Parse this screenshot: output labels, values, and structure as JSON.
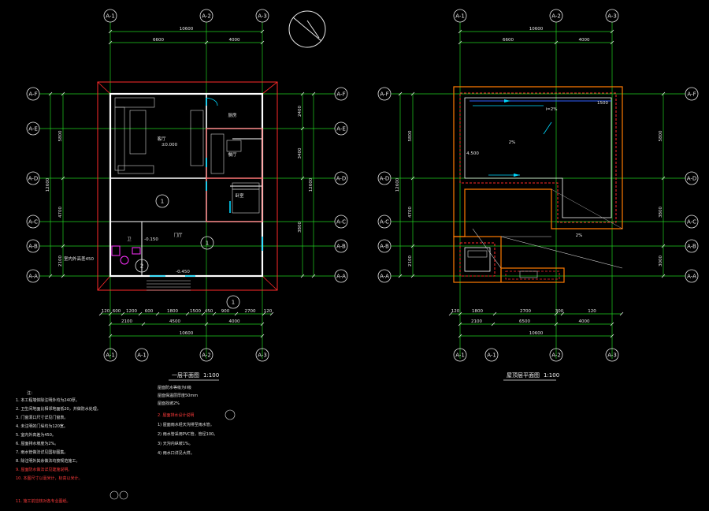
{
  "axes": {
    "top": [
      "A-1",
      "A-2",
      "A-3"
    ],
    "side": [
      "A-F",
      "A-E",
      "A-D",
      "A-C",
      "A-B",
      "A-A"
    ],
    "side_plan2": [
      "A-F",
      "A-D",
      "A-C",
      "A-B",
      "A-A"
    ]
  },
  "plan1": {
    "title": "一层平面图",
    "scale": "1:100",
    "top_total": "10600",
    "top_segments": [
      "6600",
      "4000"
    ],
    "bottom_segments_row1": [
      "120",
      "600",
      "1200",
      "600",
      "1800",
      "1500",
      "450",
      "900",
      "2700",
      "120"
    ],
    "bottom_segments_row2": [
      "2100",
      "4500",
      "4000"
    ],
    "bottom_total": "10600",
    "left_total": "12600",
    "left_segments": [
      "5800",
      "4700",
      "2100"
    ],
    "right_total": "12600",
    "right_segments": [
      "2400",
      "3400",
      "3800"
    ],
    "room_labels": [
      "客厅",
      "厨房",
      "餐厅",
      "卧室",
      "卫",
      "门厅"
    ],
    "annotations": [
      "室内外高差450",
      "±0.000",
      "-0.150",
      "-0.450"
    ]
  },
  "plan2": {
    "title": "屋顶层平面图",
    "scale": "1:100",
    "top_total": "10600",
    "top_segments": [
      "6600",
      "4000"
    ],
    "bottom_segments_row1": [
      "120",
      "1800",
      "2700",
      "300",
      "120"
    ],
    "bottom_segments_row2": [
      "2100",
      "6500",
      "4000"
    ],
    "bottom_total": "10600",
    "left_total": "12600",
    "left_segments": [
      "5800",
      "4700",
      "2100"
    ],
    "right_segments": [
      "5800",
      "3800",
      "3000"
    ],
    "annotations": [
      "i=2%",
      "1500",
      "2%",
      "4.500"
    ]
  },
  "notes": {
    "heading": "注：",
    "lines": [
      "1. 本工程墙体除注明外均为240厚。",
      "2. 卫生间地面比相邻地面低20，并做防水处理。",
      "3. 门窗洞口尺寸详见门窗表。",
      "4. 未注明的门垛均为120宽。",
      "5. 室内外高差为450。",
      "6. 屋面排水坡度为2%。",
      "7. 雨水管做法详见国标图集。",
      "8. 除注明外其余做法均按规范施工。"
    ],
    "red_lines": [
      "9. 屋面防水做法详见建施说明。",
      "10. 本图尺寸以毫米计，标高以米计。",
      "11. 施工前应核对各专业图纸。"
    ],
    "middle": [
      "屋面防水等级为II级",
      "屋面保温层厚度50mm",
      "屋面找坡2%"
    ],
    "middle_red": [
      "2. 屋面排水设计说明"
    ],
    "middle_lines": [
      "1) 屋面雨水经天沟排至雨水管。",
      "2) 雨水管采用PVC管，管径100。",
      "3) 天沟内纵坡1%。",
      "4) 雨水口详见大样。"
    ]
  },
  "colors": {
    "axis": "#20d020",
    "wall": "#ffffff",
    "red_line": "#ff2a2a",
    "dim": "#20d020",
    "cyan": "#00d8ff",
    "magenta": "#ff30ff",
    "orange": "#ff7a00"
  }
}
